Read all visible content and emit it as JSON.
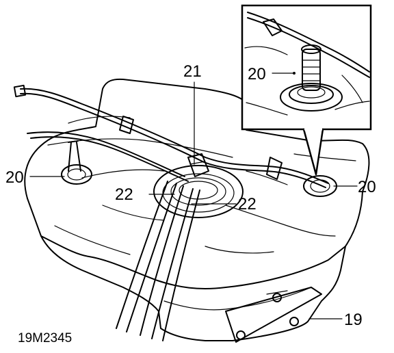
{
  "figure": {
    "reference_code": "19M2345"
  },
  "callouts": {
    "inset_seal": "20",
    "left_seal": "20",
    "right_seal": "20",
    "connector": "21",
    "pipe_left": "22",
    "pipe_right": "22",
    "cover_plate": "19"
  }
}
